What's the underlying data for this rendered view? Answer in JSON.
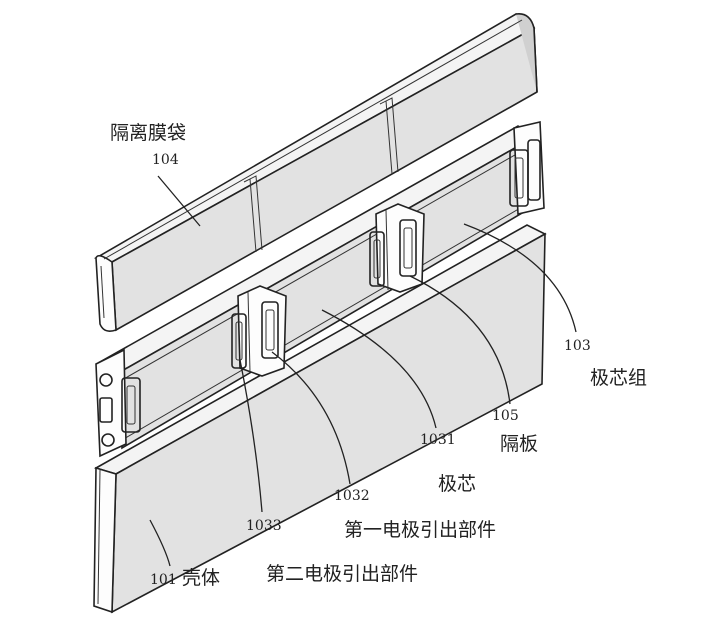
{
  "labels": {
    "bag_cn": "隔离膜袋",
    "bag_num": "104",
    "core_group_num": "103",
    "core_group_cn": "极芯组",
    "plate_num": "105",
    "plate_cn": "隔板",
    "core_num": "1031",
    "core_cn": "极芯",
    "first_lead_num": "1032",
    "first_lead_cn": "第一电极引出部件",
    "second_lead_num": "1033",
    "second_lead_cn": "第二电极引出部件",
    "shell_num": "101",
    "shell_cn": "壳体"
  }
}
